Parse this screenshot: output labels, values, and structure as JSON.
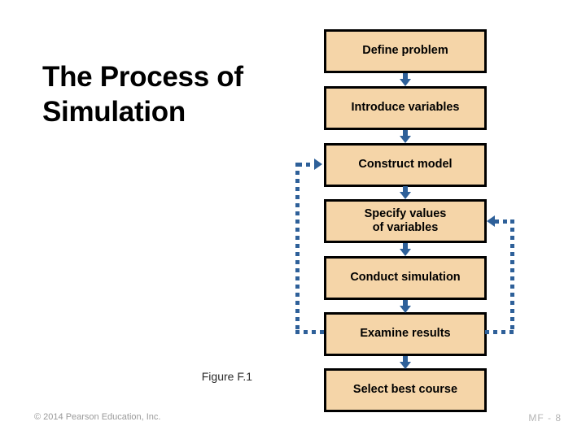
{
  "slide": {
    "title": "The\nProcess of\nSimulation",
    "figure_label": "Figure F.1",
    "copyright": "© 2014 Pearson Education, Inc.",
    "page_number": "MF - 8"
  },
  "colors": {
    "box_fill": "#F5D5A8",
    "box_border": "#000000",
    "arrow": "#2E6099",
    "title_text": "#000000",
    "copyright_text": "#9A9A9A",
    "page_number_text": "#B5B5B5"
  },
  "flowchart": {
    "type": "process-flow",
    "orientation": "vertical",
    "steps": [
      {
        "id": "define-problem",
        "label": "Define problem"
      },
      {
        "id": "introduce-variables",
        "label": "Introduce variables"
      },
      {
        "id": "construct-model",
        "label": "Construct model"
      },
      {
        "id": "specify-values",
        "label": "Specify values\nof variables"
      },
      {
        "id": "conduct-simulation",
        "label": "Conduct simulation"
      },
      {
        "id": "examine-results",
        "label": "Examine results"
      },
      {
        "id": "select-best-course",
        "label": "Select best course"
      }
    ],
    "connectors": [
      {
        "from": "define-problem",
        "to": "introduce-variables",
        "style": "solid-arrow"
      },
      {
        "from": "introduce-variables",
        "to": "construct-model",
        "style": "solid-arrow"
      },
      {
        "from": "construct-model",
        "to": "specify-values",
        "style": "solid-arrow"
      },
      {
        "from": "specify-values",
        "to": "conduct-simulation",
        "style": "solid-arrow"
      },
      {
        "from": "conduct-simulation",
        "to": "examine-results",
        "style": "solid-arrow"
      },
      {
        "from": "examine-results",
        "to": "select-best-course",
        "style": "solid-arrow"
      },
      {
        "from": "examine-results",
        "to": "construct-model",
        "style": "dotted-feedback",
        "side": "left"
      },
      {
        "from": "examine-results",
        "to": "specify-values",
        "style": "dotted-feedback",
        "side": "right"
      }
    ]
  }
}
